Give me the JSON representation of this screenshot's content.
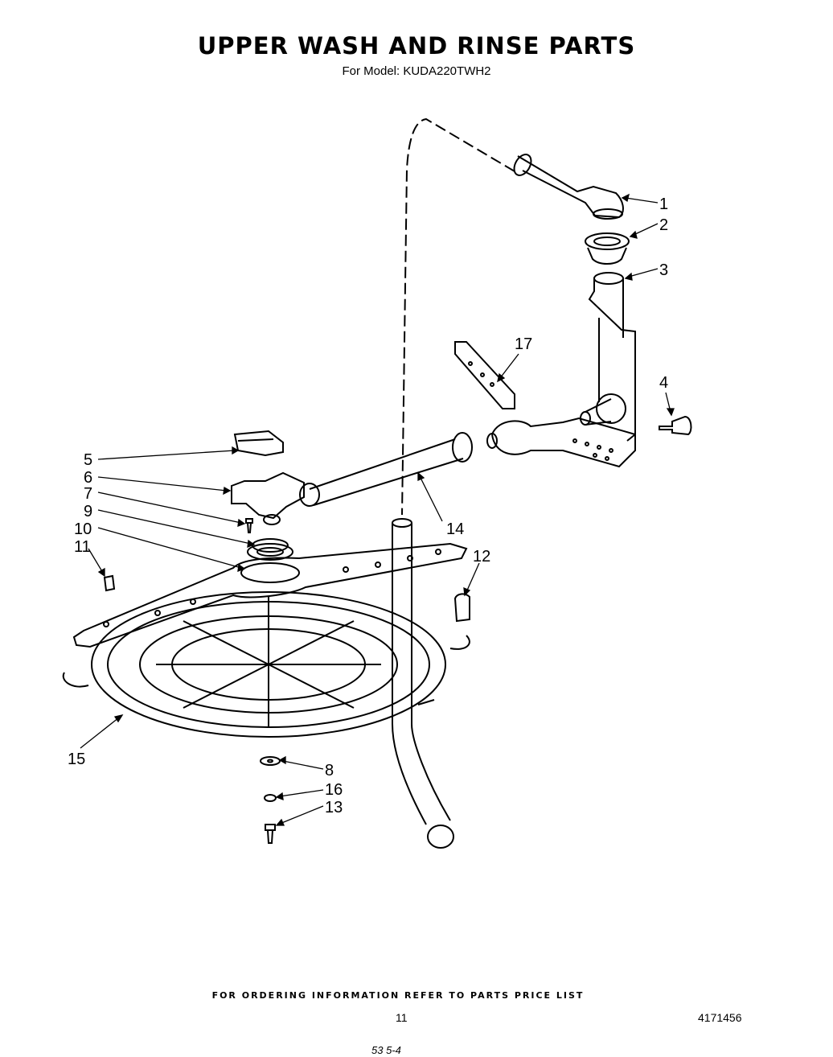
{
  "header": {
    "title": "UPPER WASH AND RINSE PARTS",
    "subtitle": "For Model: KUDA220TWH2"
  },
  "callouts": [
    {
      "id": "1",
      "label": "1"
    },
    {
      "id": "2",
      "label": "2"
    },
    {
      "id": "3",
      "label": "3"
    },
    {
      "id": "4",
      "label": "4"
    },
    {
      "id": "5",
      "label": "5"
    },
    {
      "id": "6",
      "label": "6"
    },
    {
      "id": "7",
      "label": "7"
    },
    {
      "id": "9",
      "label": "9"
    },
    {
      "id": "10",
      "label": "10"
    },
    {
      "id": "11",
      "label": "11"
    },
    {
      "id": "12",
      "label": "12"
    },
    {
      "id": "14",
      "label": "14"
    },
    {
      "id": "15",
      "label": "15"
    },
    {
      "id": "17",
      "label": "17"
    },
    {
      "id": "8",
      "label": "8"
    },
    {
      "id": "16",
      "label": "16"
    },
    {
      "id": "13",
      "label": "13"
    }
  ],
  "footer": {
    "ordering_note": "FOR ORDERING INFORMATION REFER TO PARTS PRICE LIST",
    "page_number": "11",
    "document_number": "4171456",
    "handwritten_note": "53 5-4"
  }
}
